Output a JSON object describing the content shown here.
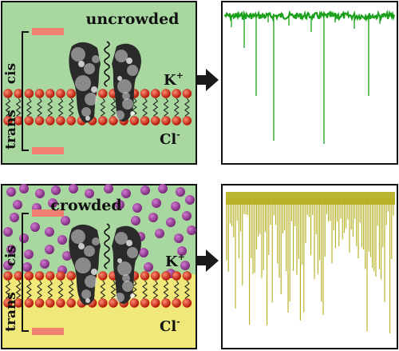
{
  "top_panel": {
    "condition": "uncrowded",
    "side_cis": "cis",
    "side_trans": "trans",
    "ion_k": "K",
    "ion_k_sup": "+",
    "ion_cl": "Cl",
    "ion_cl_sup": "-",
    "fill_color": "#a8d8a0",
    "trace_color": "#1aa01a"
  },
  "bottom_panel": {
    "condition": "crowded",
    "side_cis": "cis",
    "side_trans": "trans",
    "ion_k": "K",
    "ion_k_sup": "+",
    "ion_cl": "Cl",
    "ion_cl_sup": "-",
    "fill_color_cis": "#a8d8a0",
    "fill_color_trans": "#f0e878",
    "crowder_color": "#9a3c9a",
    "trace_color": "#b4ae1c"
  },
  "colors": {
    "electrode": "#f08070",
    "lipid_head": "#cc2010",
    "arrow": "#1a1a1a"
  }
}
